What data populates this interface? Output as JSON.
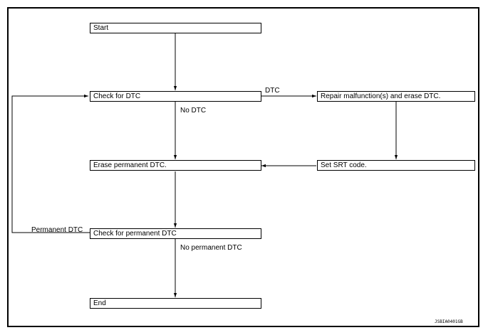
{
  "steps": {
    "start": "Start",
    "check_dtc": "Check for DTC",
    "repair": "Repair malfunction(s) and erase DTC.",
    "set_srt": "Set SRT code.",
    "erase_permanent": "Erase permanent DTC.",
    "check_permanent": "Check for permanent DTC",
    "end": "End"
  },
  "branch_labels": {
    "dtc": "DTC",
    "no_dtc": "No DTC",
    "permanent_dtc": "Permanent DTC",
    "no_permanent_dtc": "No permanent DTC"
  },
  "figure_code": "JSBIA0401GB"
}
